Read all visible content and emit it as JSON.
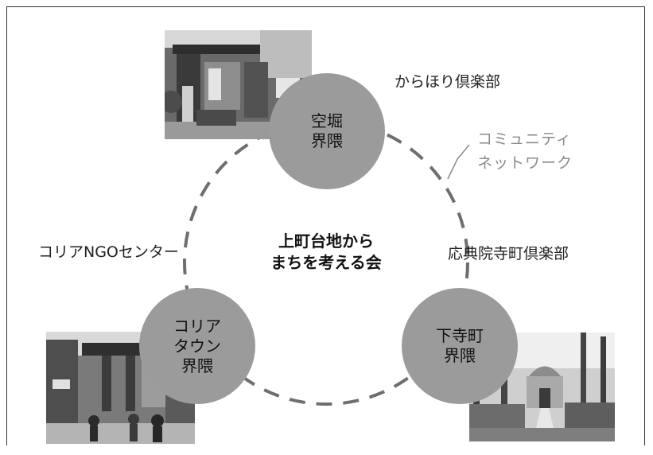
{
  "center": {
    "line1": "上町台地から",
    "line2": "まちを考える会"
  },
  "nodes": {
    "karahori": {
      "line1": "空堀",
      "line2": "界隈"
    },
    "korea": {
      "line1": "コリア",
      "line2": "タウン",
      "line3": "界隈"
    },
    "shimodera": {
      "line1": "下寺町",
      "line2": "界隈"
    }
  },
  "labels": {
    "karahori_club": "からほり倶楽部",
    "korea_ngo": "コリアNGOセンター",
    "otenin_club": "応典院寺町倶楽部"
  },
  "community": {
    "line1": "コミュニティ",
    "line2": "ネットワーク"
  },
  "colors": {
    "node_fill": "#9b9b9b",
    "dashed_ring": "#6e6e6e",
    "community_text": "#8a8a8a"
  }
}
